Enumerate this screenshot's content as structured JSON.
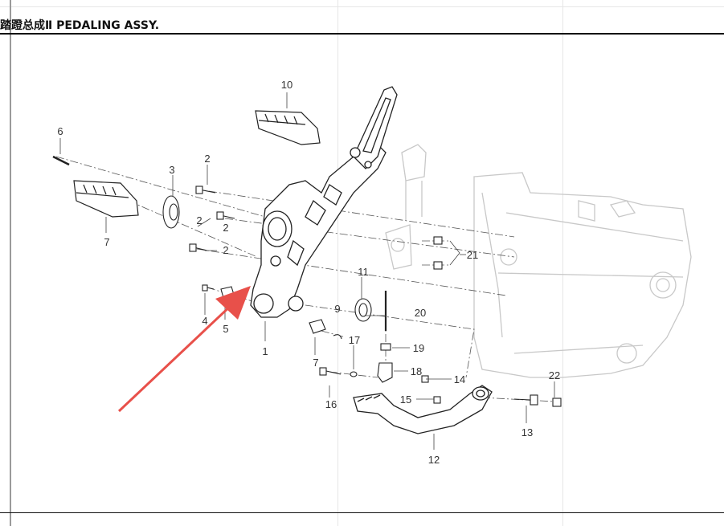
{
  "header": {
    "title": "踏蹬总成Ⅱ PEDALING ASSY."
  },
  "callouts": [
    "1",
    "2",
    "2",
    "2",
    "2",
    "3",
    "4",
    "5",
    "6",
    "7",
    "7",
    "9",
    "10",
    "11",
    "12",
    "13",
    "14",
    "15",
    "16",
    "17",
    "18",
    "19",
    "20",
    "21",
    "22"
  ],
  "colors": {
    "linework": "#222222",
    "frame_ghost": "#c8c8c8",
    "leader": "#555555",
    "arrow": "#e8504a",
    "title_rule": "#111111"
  },
  "icons": {
    "pointer": "red-arrow-icon"
  }
}
